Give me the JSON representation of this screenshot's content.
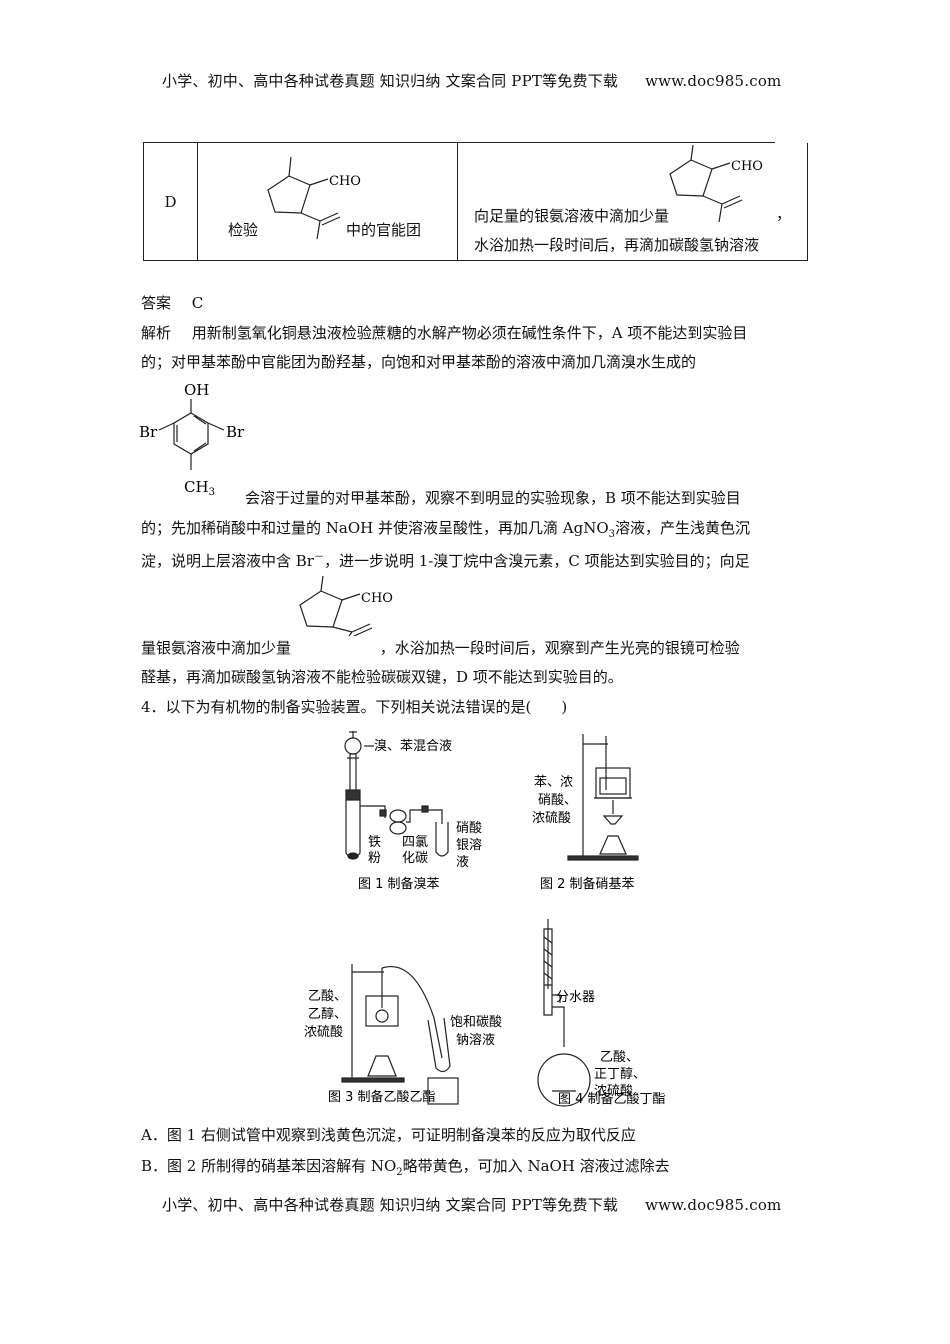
{
  "header": {
    "left": "小学、初中、高中各种试卷真题  知识归纳  文案合同  PPT等免费下载",
    "site": "www.doc985.com"
  },
  "footer": {
    "left": "小学、初中、高中各种试卷真题  知识归纳  文案合同  PPT等免费下载",
    "site": "www.doc985.com"
  },
  "table_row": {
    "option": "D",
    "purpose_a": "检验",
    "purpose_b": "中的官能团",
    "method_line1_a": "向足量的银氨溶液中滴加少量",
    "method_line1_b": "，",
    "method_line2": "水浴加热一段时间后，再滴加碳酸氢钠溶液"
  },
  "molecule": {
    "cho": "CHO",
    "oh": "OH",
    "br": "Br",
    "ch3": "CH"
  },
  "answer": {
    "label": "答案",
    "value": "C"
  },
  "analysis": {
    "label": "解析",
    "l1": "用新制氢氧化铜悬浊液检验蔗糖的水解产物必须在碱性条件下，A 项不能达到实验目",
    "l2": "的；对甲基苯酚中官能团为酚羟基，向饱和对甲基苯酚的溶液中滴加几滴溴水生成的",
    "l3": "会溶于过量的对甲基苯酚，观察不到明显的实验现象，B 项不能达到实验目",
    "l4a": "的；先加稀硝酸中和过量的 NaOH 并使溶液呈酸性，再加几滴 AgNO",
    "l4b": "溶液，产生浅黄色沉",
    "l5a": "淀，说明上层溶液中含 Br",
    "l5b": "，进一步说明 1-溴丁烷中含溴元素，C 项能达到实验目的；向足",
    "l6a": "量银氨溶液中滴加少量",
    "l6b": "，水浴加热一段时间后，观察到产生光亮的银镜可检验",
    "l7": "醛基，再滴加碳酸氢钠溶液不能检验碳碳双键，D 项不能达到实验目的。"
  },
  "question": {
    "stem": "4．以下为有机物的制备实验装置。下列相关说法错误的是(　　)"
  },
  "figures": {
    "fig1": {
      "caption": "图 1  制备溴苯",
      "l1": "溴、苯混合液",
      "l2a": "铁",
      "l2b": "粉",
      "l3a": "四氯",
      "l3b": "化碳",
      "l4a": "硝酸",
      "l4b": "银溶",
      "l4c": "液"
    },
    "fig2": {
      "caption": "图 2  制备硝基苯",
      "l1": "苯、浓",
      "l2": "硝酸、",
      "l3": "浓硫酸"
    },
    "fig3": {
      "caption": "图 3  制备乙酸乙酯",
      "l1": "乙酸、",
      "l2": "乙醇、",
      "l3": "浓硫酸",
      "l4": "饱和碳酸",
      "l5": "钠溶液"
    },
    "fig4": {
      "caption": "图 4  制备乙酸丁酯",
      "l1": "分水器",
      "l2": "乙酸、",
      "l3": "正丁醇、",
      "l4": "浓硫酸"
    }
  },
  "options": {
    "A": "A．图 1 右侧试管中观察到浅黄色沉淀，可证明制备溴苯的反应为取代反应",
    "B_a": "B．图 2 所制得的硝基苯因溶解有 NO",
    "B_b": "略带黄色，可加入 NaOH 溶液过滤除去"
  }
}
